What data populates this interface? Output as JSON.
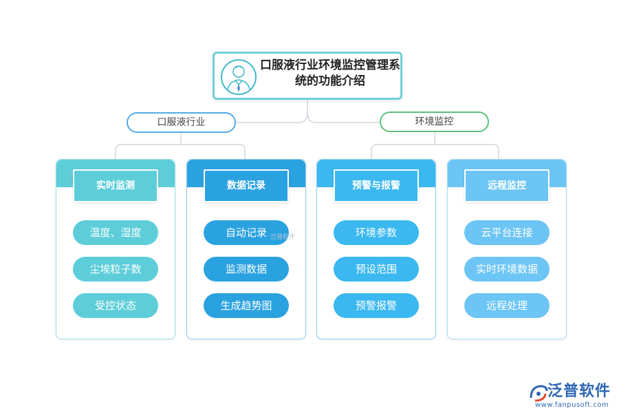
{
  "root": {
    "title": "口服液行业环境监控管理系统的功能介绍"
  },
  "branches": [
    {
      "label": "口服液行业"
    },
    {
      "label": "环境监控"
    }
  ],
  "cards": [
    {
      "title": "实时监测",
      "items": [
        "温度、湿度",
        "尘埃粒子数",
        "受控状态"
      ]
    },
    {
      "title": "数据记录",
      "items": [
        "自动记录",
        "监测数据",
        "生成趋势图"
      ]
    },
    {
      "title": "预警与报警",
      "items": [
        "环境参数",
        "预设范围",
        "预警报警"
      ]
    },
    {
      "title": "远程监控",
      "items": [
        "云平台连接",
        "实时环境数据",
        "远程处理"
      ]
    }
  ],
  "watermark": "泛普软件",
  "logo": {
    "brand": "泛普软件",
    "url": "www.fanpusoft.com"
  },
  "colors": {
    "card_0": "#5dced9",
    "card_1": "#2aa2e0",
    "card_2": "#3ab8ef",
    "card_3": "#6cc5f4",
    "root_border": "#6fd0d8",
    "branch_left": "#55a9e6",
    "branch_right": "#5cc07a",
    "logo": "#2d66b3"
  },
  "icons": {
    "root": "businessman-avatar-icon",
    "logo": "fanpu-logo-icon"
  }
}
